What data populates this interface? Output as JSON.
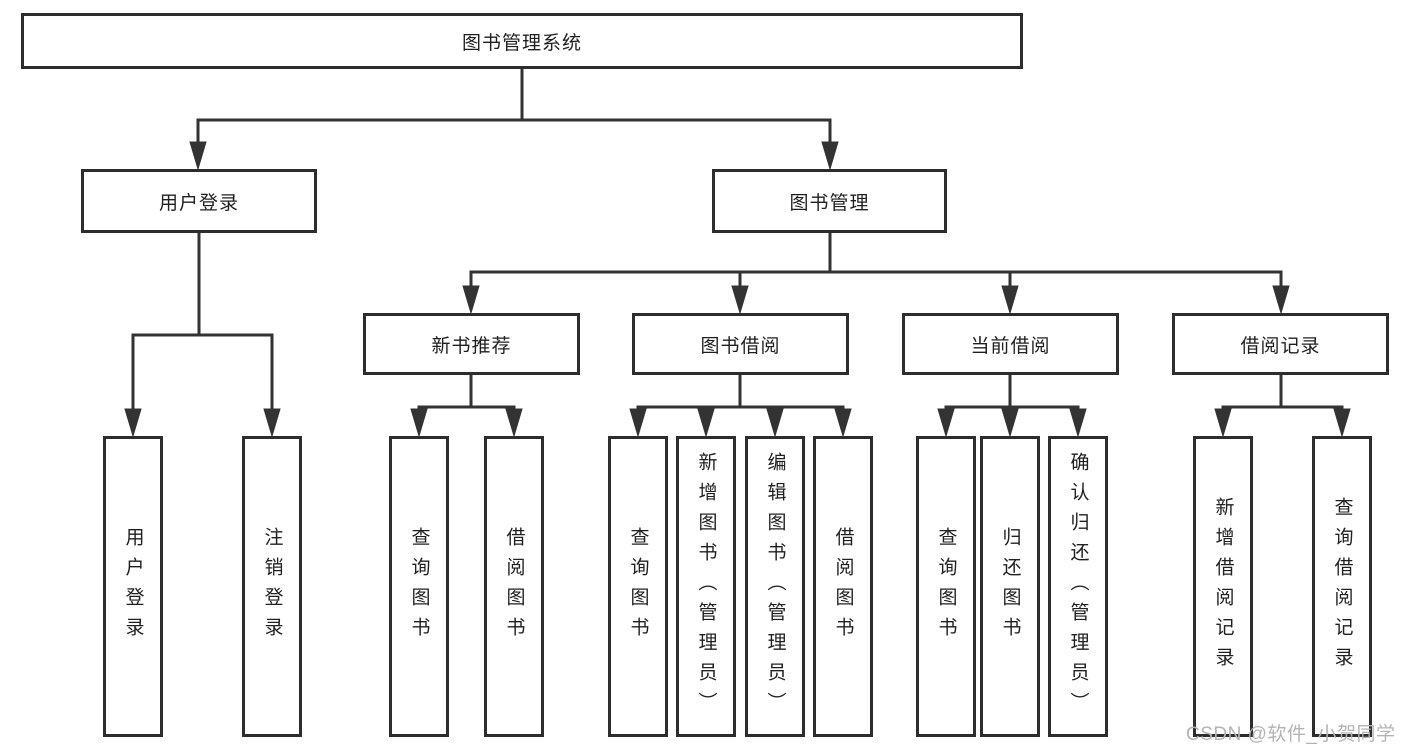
{
  "diagram": {
    "root_label": "图书管理系统",
    "level2": {
      "user_login": "用户登录",
      "book_mgmt": "图书管理"
    },
    "level3": {
      "new_books": "新书推荐",
      "book_borrow": "图书借阅",
      "current_borrow": "当前借阅",
      "borrow_records": "借阅记录"
    },
    "leaves": {
      "user_login": [
        "用户登录",
        "注销登录"
      ],
      "new_books": [
        "查询图书",
        "借阅图书"
      ],
      "book_borrow": [
        "查询图书",
        "新增图书（管理员）",
        "编辑图书（管理员）",
        "借阅图书"
      ],
      "current_borrow": [
        "查询图书",
        "归还图书",
        "确认归还（管理员）"
      ],
      "borrow_records": [
        "新增借阅记录",
        "查询借阅记录"
      ]
    },
    "colors": {
      "line": "#333333",
      "border": "#2d2d2d",
      "text": "#1f1f1f",
      "watermark": "#b4b4b4",
      "background": "#ffffff"
    }
  },
  "watermark": {
    "text": "CSDN @软件_小贺同学"
  }
}
